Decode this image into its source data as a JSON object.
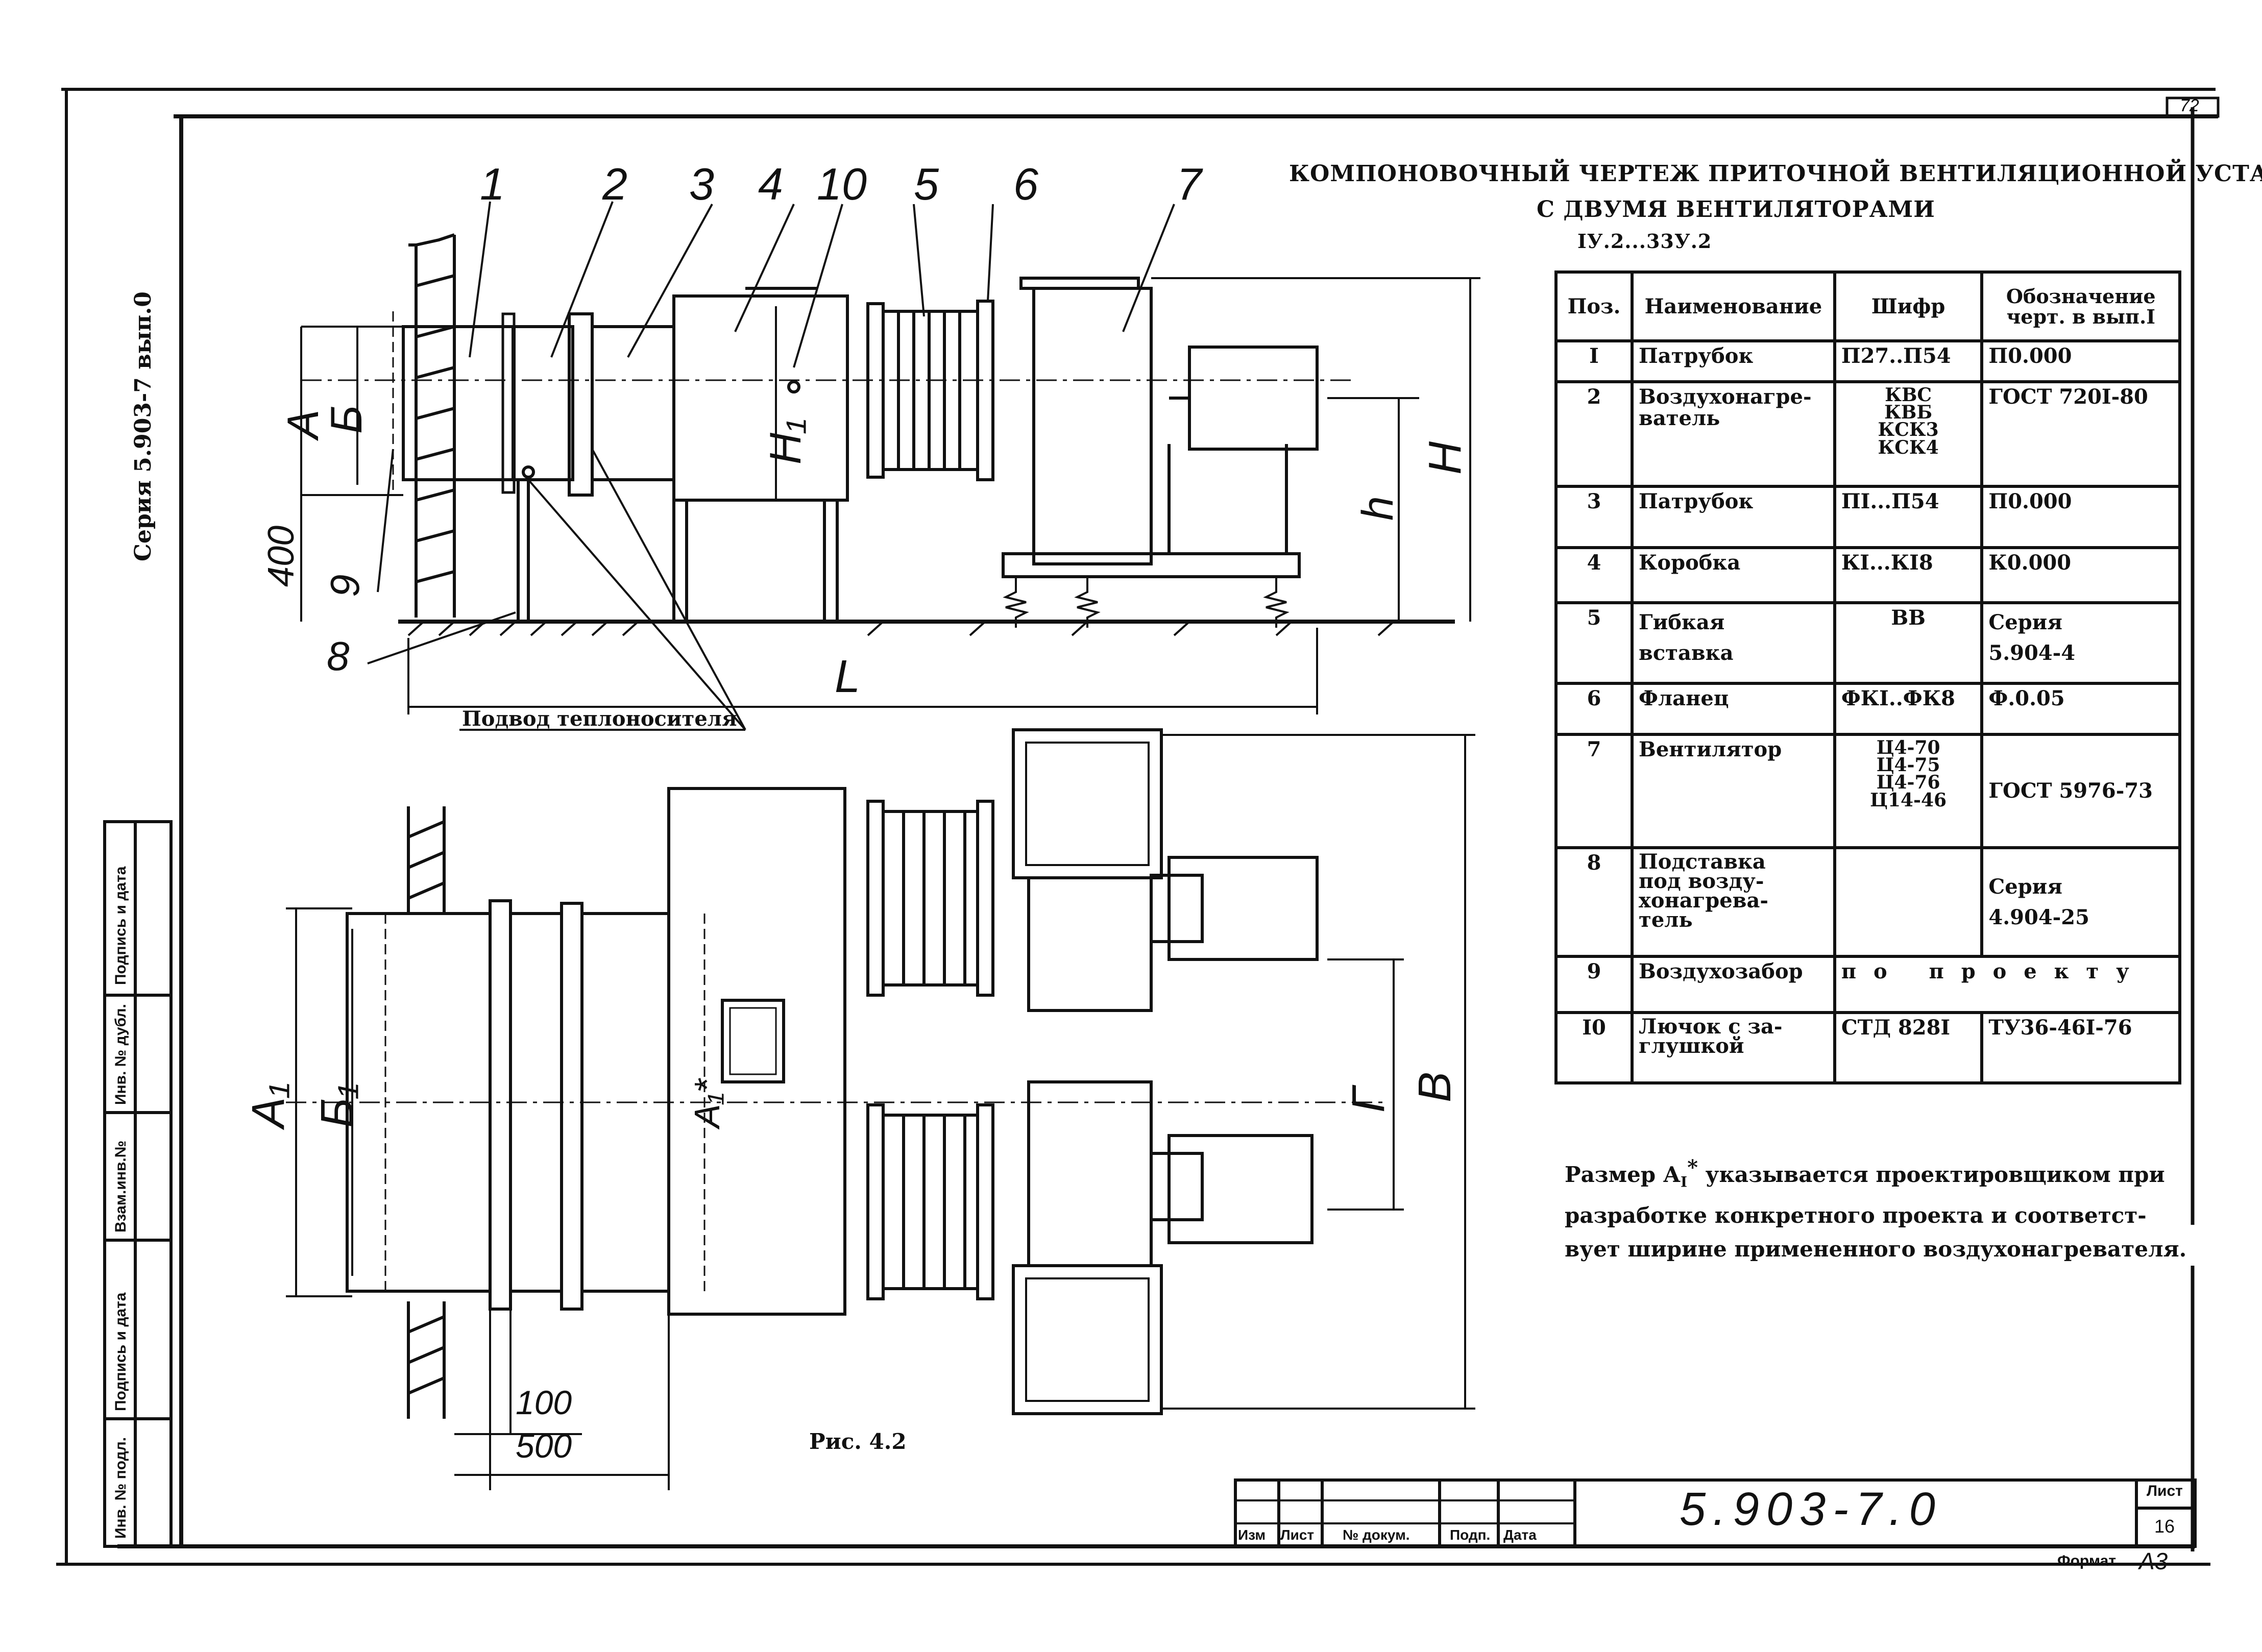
{
  "sheet_corner_number": "72",
  "title": {
    "line1": "КОМПОНОВОЧНЫЙ ЧЕРТЕЖ ПРИТОЧНОЙ ВЕНТИЛЯЦИОННОЙ УСТАНОВКИ",
    "line2": "С ДВУМЯ ВЕНТИЛЯТОРАМИ",
    "line3": "IУ.2...33У.2"
  },
  "side_series": "Серия 5.903-7 вып.0",
  "callouts": [
    "1",
    "2",
    "3",
    "4",
    "10",
    "5",
    "6",
    "7",
    "8",
    "9"
  ],
  "dimensions": {
    "A": "А",
    "B": "Б",
    "H1": "H₁",
    "h": "h",
    "H": "H",
    "L": "L",
    "d400": "400",
    "A1": "А₁",
    "B1": "Б₁",
    "A1star": "А₁*",
    "G": "Г",
    "V": "В",
    "d100": "100",
    "d500": "500"
  },
  "heat_supply_label": "Подвод теплоносителя",
  "figure_caption": "Рис. 4.2",
  "spec_table": {
    "headers": [
      "Поз.",
      "Наименование",
      "Шифр",
      "Обозначение черт. в вып.I"
    ],
    "rows": [
      {
        "pos": "I",
        "name": "Патрубок",
        "code": "П27..П54",
        "designation": "П0.000"
      },
      {
        "pos": "2",
        "name": "Воздухонагре-ватель",
        "code": "КВС\nКВБ\nКСК3\nКСК4",
        "designation": "ГОСТ 720I-80"
      },
      {
        "pos": "3",
        "name": "Патрубок",
        "code": "ПI...П54",
        "designation": "П0.000"
      },
      {
        "pos": "4",
        "name": "Коробка",
        "code": "КI...КI8",
        "designation": "К0.000"
      },
      {
        "pos": "5",
        "name": "Гибкая\nвставка",
        "code": "ВВ",
        "designation": "Серия\n5.904-4"
      },
      {
        "pos": "6",
        "name": "Фланец",
        "code": "ФКI..ФК8",
        "designation": "Ф.0.05"
      },
      {
        "pos": "7",
        "name": "Вентилятор",
        "code": "Ц4-70\nЦ4-75\nЦ4-76\nЦ14-46",
        "designation": "ГОСТ 5976-73"
      },
      {
        "pos": "8",
        "name": "Подставка\nпод возду-\nхонагрева-\nтель",
        "code": "",
        "designation": "Серия\n4.904-25"
      },
      {
        "pos": "9",
        "name": "Воздухозабор",
        "code_designation": "п о   п р о е к т у"
      },
      {
        "pos": "I0",
        "name": "Лючок с за-\nглушкой",
        "code": "СТД 828I",
        "designation": "ТУ36-46I-76"
      }
    ]
  },
  "note": {
    "line1": "Размер А",
    "sub": "I",
    "sup": "*",
    "line1b": " указывается проектировщиком при",
    "line2": "разработке конкретного проекта и соответст-",
    "line3": "вует ширине примененного воздухонагревателя."
  },
  "left_stamp": {
    "cells": [
      "Подпись и дата",
      "Инв. № дубл.",
      "Взам.инв.№",
      "Подпись и дата",
      "Инв. № подл."
    ]
  },
  "title_block": {
    "columns": [
      "Изм",
      "Лист",
      "№ докум.",
      "Подп.",
      "Дата"
    ],
    "drawing_number": "5.903-7.0",
    "sheet_label": "Лист",
    "sheet_number": "16",
    "format_label": "Формат",
    "format_value": "А3"
  }
}
